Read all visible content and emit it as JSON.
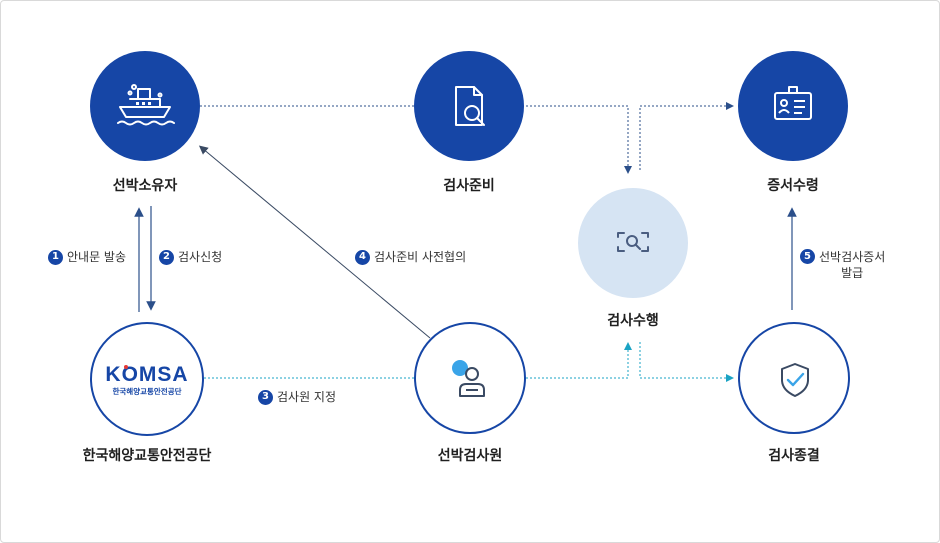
{
  "nodes": {
    "ship_owner": {
      "label": "선박소유자"
    },
    "inspection_prep": {
      "label": "검사준비"
    },
    "certificate_receipt": {
      "label": "증서수령"
    },
    "inspection_perform": {
      "label": "검사수행"
    },
    "komsa": {
      "label": "한국해양교통안전공단",
      "logo_main": "KOMSA",
      "logo_sub": "한국해양교통안전공단"
    },
    "inspector": {
      "label": "선박검사원"
    },
    "inspection_complete": {
      "label": "검사종결"
    }
  },
  "steps": [
    {
      "number": "1",
      "text": "안내문 발송"
    },
    {
      "number": "2",
      "text": "검사신청"
    },
    {
      "number": "3",
      "text": "검사원 지정"
    },
    {
      "number": "4",
      "text": "검사준비 사전협의"
    },
    {
      "number": "5",
      "text_line1": "선박검사증서",
      "text_line2": "발급"
    }
  ],
  "colors": {
    "primary": "#1646a6",
    "light_circle": "#d6e4f3",
    "connector_blue": "#2b4f8a",
    "connector_teal": "#1aa3c4",
    "accent_icon": "#3aa4e8"
  }
}
